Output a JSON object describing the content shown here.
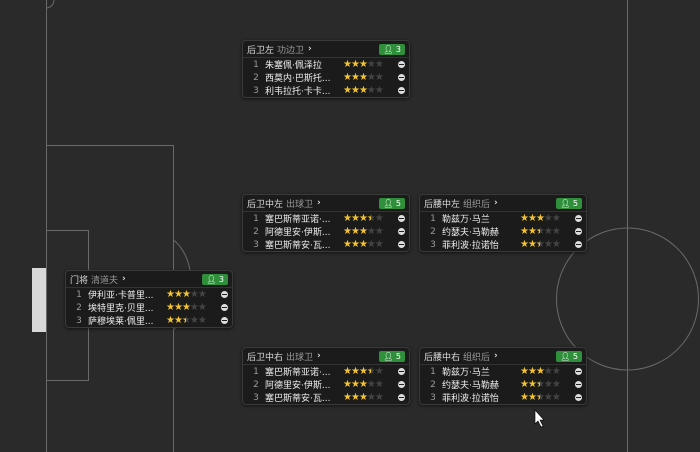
{
  "colors": {
    "star": "#f2c230",
    "badge": "#2f8f3a"
  },
  "cards": [
    {
      "id": "lb",
      "position": "后卫左",
      "role": "功边卫",
      "count": "3",
      "players": [
        {
          "rank": "1",
          "name": "朱塞佩·佩泽拉",
          "stars": 3
        },
        {
          "rank": "2",
          "name": "西莫内·巴斯托...",
          "stars": 3
        },
        {
          "rank": "3",
          "name": "利韦拉托·卡卡...",
          "stars": 3
        }
      ]
    },
    {
      "id": "dcl",
      "position": "后卫中左",
      "role": "出球卫",
      "count": "5",
      "players": [
        {
          "rank": "1",
          "name": "塞巴斯蒂亚诺·...",
          "stars": 3.5
        },
        {
          "rank": "2",
          "name": "阿德里安·伊斯...",
          "stars": 3
        },
        {
          "rank": "3",
          "name": "塞巴斯蒂安·瓦...",
          "stars": 3
        }
      ]
    },
    {
      "id": "dmcl",
      "position": "后腰中左",
      "role": "组织后",
      "count": "5",
      "players": [
        {
          "rank": "1",
          "name": "勒兹万·马兰",
          "stars": 3
        },
        {
          "rank": "2",
          "name": "约瑟夫·马勒赫",
          "stars": 2.5
        },
        {
          "rank": "3",
          "name": "菲利波·拉诺怡",
          "stars": 2.5
        }
      ]
    },
    {
      "id": "gk",
      "position": "门将",
      "role": "清道夫",
      "count": "3",
      "players": [
        {
          "rank": "1",
          "name": "伊利亚·卡普里...",
          "stars": 3
        },
        {
          "rank": "2",
          "name": "埃特里克·贝里...",
          "stars": 3
        },
        {
          "rank": "3",
          "name": "萨穆埃莱·佩里...",
          "stars": 2.5
        }
      ]
    },
    {
      "id": "dcr",
      "position": "后卫中右",
      "role": "出球卫",
      "count": "5",
      "players": [
        {
          "rank": "1",
          "name": "塞巴斯蒂亚诺·...",
          "stars": 3.5
        },
        {
          "rank": "2",
          "name": "阿德里安·伊斯...",
          "stars": 3
        },
        {
          "rank": "3",
          "name": "塞巴斯蒂安·瓦...",
          "stars": 3
        }
      ]
    },
    {
      "id": "dmcr",
      "position": "后腰中右",
      "role": "组织后",
      "count": "5",
      "players": [
        {
          "rank": "1",
          "name": "勒兹万·马兰",
          "stars": 3
        },
        {
          "rank": "2",
          "name": "约瑟夫·马勒赫",
          "stars": 2.5
        },
        {
          "rank": "3",
          "name": "菲利波·拉诺怡",
          "stars": 2.5
        }
      ]
    }
  ]
}
